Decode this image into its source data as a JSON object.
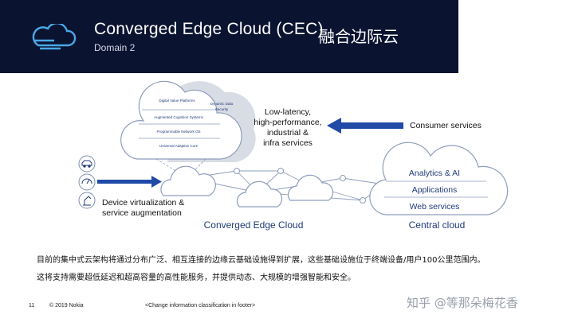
{
  "header": {
    "title": "Converged Edge Cloud (CEC)",
    "subtitle": "Domain 2",
    "cn_title": "融合边际云"
  },
  "diagram": {
    "edge_stack": [
      "Digital Value Platforms",
      "Augmented Cognition Systems",
      "Programmable Network OS",
      "Universal Adaptive Core"
    ],
    "security_label_1": "Dynamic Data",
    "security_label_2": "Security",
    "benefits_lines": [
      "Low-latency,",
      "high-performance,",
      "industrial &",
      "infra services"
    ],
    "consumer_label": "Consumer services",
    "device_line_1": "Device virtualization &",
    "device_line_2": "service augmentation",
    "edge_cloud_label": "Converged Edge Cloud",
    "central_cloud_label": "Central cloud",
    "central_items": [
      "Analytics & AI",
      "Applications",
      "Web services"
    ]
  },
  "description": {
    "line1": "目前的集中式云架构将通过分布广泛、相互连接的边缘云基础设施得到扩展，这些基础设施位于终端设备/用户100公里范围内。",
    "line2": "这将支持需要超低延迟和超高容量的高性能服务，并提供动态、大规模的增强智能和安全。"
  },
  "footer": {
    "page": "11",
    "copyright": "© 2019 Nokia",
    "classification": "<Change information classification in footer>"
  },
  "watermark": "知乎 @等那朵梅花香",
  "colors": {
    "banner": "#0a1330",
    "accent": "#1f4aa8",
    "cloud_stroke": "#8e9cbd"
  }
}
